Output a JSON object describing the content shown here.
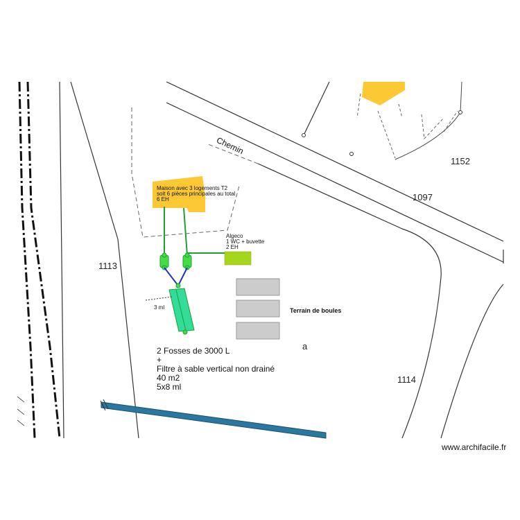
{
  "road_label": "Chemin",
  "parcels": [
    "1152",
    "1097",
    "1113",
    "1114"
  ],
  "section_letter": "a",
  "house": {
    "line1": "Maison avec 3 logements T2",
    "line2": "soit 6 pièces principales au total",
    "line3": "6 EH"
  },
  "algeco": {
    "line1": "Algeco",
    "line2": "1 WC + buvette",
    "line3": "2 EH"
  },
  "terrain_label": "Terrain de boules",
  "distance_label": "3 ml",
  "system": {
    "line1": "2 Fosses de 3000 L",
    "line2": "+",
    "line3": "Filtre à sable vertical non drainé",
    "line4": "40 m2",
    "line5": "5x8 ml"
  },
  "watermark": "www.archifacile.fr",
  "colors": {
    "building": "#fcc934",
    "pipe_green": "#1f9e3a",
    "pipe_blue": "#2233bb",
    "tank": "#44dd44",
    "filter": "#33dd99",
    "algeco": "#a6d61c",
    "boules": "#cccccc",
    "river": "#2a77a0"
  }
}
